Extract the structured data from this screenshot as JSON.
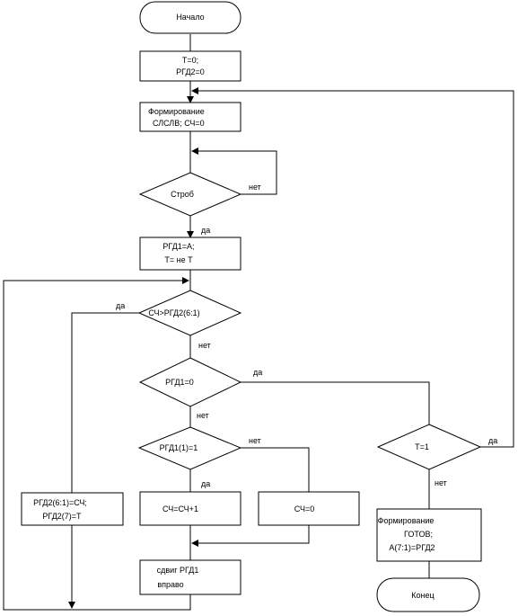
{
  "nodes": {
    "start": "Начало",
    "init_1": "T=0;",
    "init_2": "РГД2=0",
    "form_1": "Формирование",
    "form_2": "СЛСЛВ; СЧ=0",
    "strob": "Строб",
    "rgd1_1": "РГД1=A;",
    "rgd1_2": "T= не T",
    "cmp": "СЧ>РГД2(6:1)",
    "rgd1zero": "РГД1=0",
    "rgd1bit": "РГД1(1)=1",
    "t1": "T=1",
    "assign_1": "РГД2(6:1)=СЧ;",
    "assign_2": "РГД2(7)=T",
    "inc": "СЧ=СЧ+1",
    "zero": "СЧ=0",
    "shift_1": "сдвиг РГД1",
    "shift_2": "вправо",
    "ready_1": "Формирование",
    "ready_2": "ГОТОВ;",
    "ready_3": "A(7:1)=РГД2",
    "end": "Конец"
  },
  "labels": {
    "no": "нет",
    "yes": "да"
  }
}
